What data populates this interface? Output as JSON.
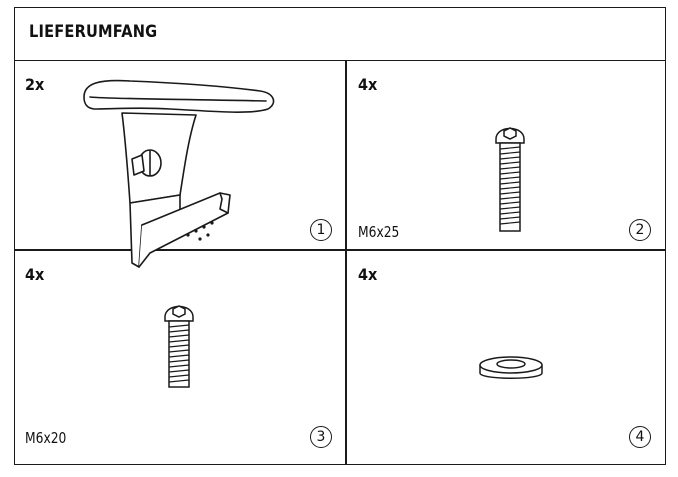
{
  "header": {
    "title": "LIEFERUMFANG"
  },
  "parts": [
    {
      "quantity": "2x",
      "size": "",
      "number": "1",
      "icon": "armrest-icon"
    },
    {
      "quantity": "4x",
      "size": "M6x25",
      "number": "2",
      "icon": "long-screw-icon"
    },
    {
      "quantity": "4x",
      "size": "M6x20",
      "number": "3",
      "icon": "short-screw-icon"
    },
    {
      "quantity": "4x",
      "size": "",
      "number": "4",
      "icon": "washer-icon"
    }
  ]
}
